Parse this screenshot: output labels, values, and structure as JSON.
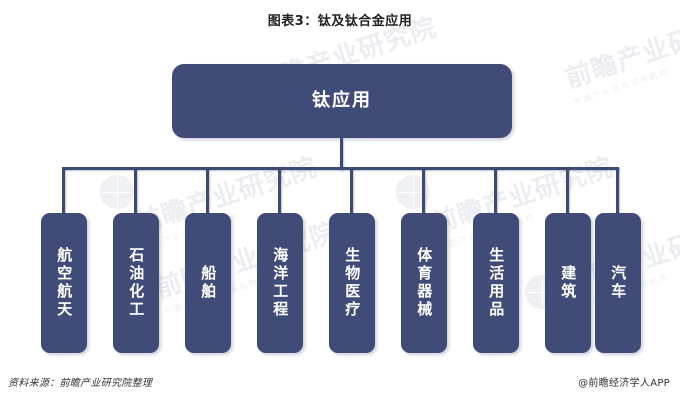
{
  "chart": {
    "title": "图表3：钛及钛合金应用",
    "type": "diagram-hierarchy",
    "accent_color": "#404c77",
    "line_color": "#3d4a74",
    "text_color": "#ffffff",
    "background": "#ffffff"
  },
  "root": {
    "label": "钛应用"
  },
  "leaves": [
    {
      "label": "航空航天"
    },
    {
      "label": "石油化工"
    },
    {
      "label": "船舶"
    },
    {
      "label": "海洋工程"
    },
    {
      "label": "生物医疗"
    },
    {
      "label": "体育器械"
    },
    {
      "label": "生活用品"
    },
    {
      "label": "建筑"
    },
    {
      "label": "汽车"
    }
  ],
  "footer": {
    "source": "资料来源：前瞻产业研究院整理",
    "brand": "@前瞻经济学人APP"
  },
  "watermark": {
    "main": "前瞻产业研究院",
    "sub": "中国产业咨询领先机构"
  }
}
